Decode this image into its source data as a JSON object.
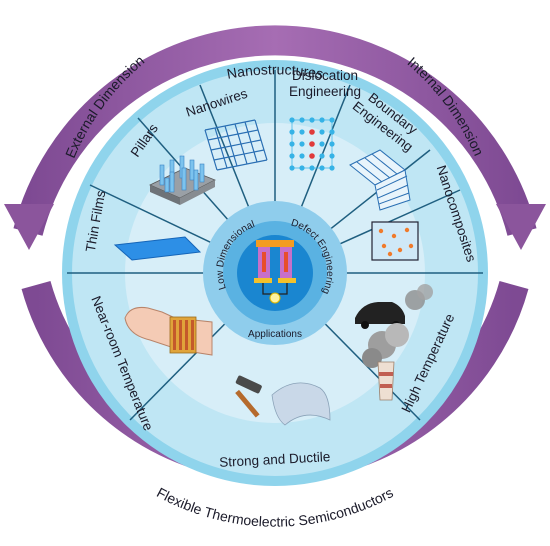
{
  "outer_ring": {
    "top_label": "Nanostructures",
    "left_label": "External Dimension",
    "right_label": "Internal Dimension",
    "bottom_label": "Flexible Thermoelectric Semiconductors",
    "arc_color": "#9b5aa5",
    "arc_light_color": "#c9a4d4"
  },
  "segments": {
    "thin_films": "Thin Films",
    "pillars": "Pillars",
    "nanowires": "Nanowires",
    "dislocation_line1": "Dislocation",
    "dislocation_line2": "Engineering",
    "boundary_line1": "Boundary",
    "boundary_line2": "Engineering",
    "nanocomposites": "Nanocomposites",
    "high_temperature": "High Temperature",
    "strong_ductile": "Strong and Ductile",
    "near_room": "Near-room Temperature"
  },
  "inner_ring": {
    "low_dimensional": "Low Dimensional",
    "defect_engineering": "Defect Engineering",
    "applications": "Applications"
  },
  "colors": {
    "outer_disk": "#bfe6f4",
    "mid_ring": "#8fd4ec",
    "inner_ring": "#5ab2e2",
    "center": "#1a86d0"
  }
}
